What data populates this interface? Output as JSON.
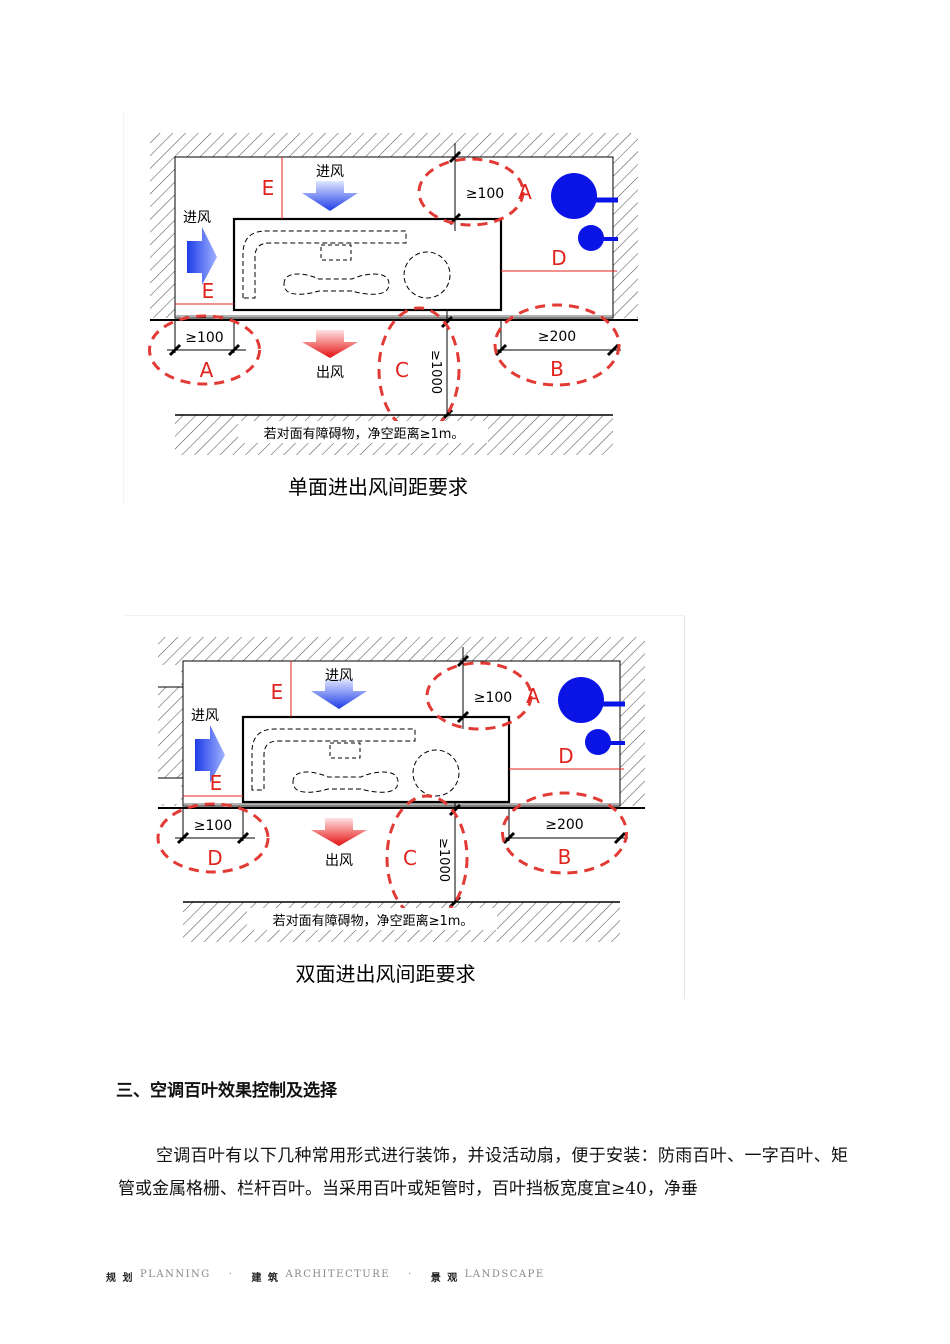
{
  "diagrams": [
    {
      "labels": {
        "intake_top": "进风",
        "intake_left": "进风",
        "outlet": "出风",
        "e_top": "E",
        "e_left": "E",
        "d_right": "D",
        "top_dim": "≥100",
        "top_letter": "A",
        "bl_dim": "≥100",
        "bl_letter": "A",
        "c_letter": "C",
        "c_dim": "≥1000",
        "br_dim": "≥200",
        "br_letter": "B",
        "note": "若对面有障碍物，净空距离≥1m。",
        "caption": "单面进出风间距要求"
      }
    },
    {
      "labels": {
        "intake_top": "进风",
        "intake_left": "进风",
        "outlet": "出风",
        "e_top": "E",
        "e_left": "E",
        "d_right": "D",
        "top_dim": "≥100",
        "top_letter": "A",
        "bl_dim": "≥100",
        "bl_letter": "D",
        "c_letter": "C",
        "c_dim": "≥1000",
        "br_dim": "≥200",
        "br_letter": "B",
        "note": "若对面有障碍物，净空距离≥1m。",
        "caption": "双面进出风间距要求"
      }
    }
  ],
  "colors": {
    "red": "#e0231c",
    "blue": "#0a14e6",
    "dash_red": "#e23a35"
  },
  "section": {
    "heading": "三、空调百叶效果控制及选择",
    "paragraph": "空调百叶有以下几种常用形式进行装饰，并设活动扇，便于安装：防雨百叶、一字百叶、矩管或金属格栅、栏杆百叶。当采用百叶或矩管时，百叶挡板宽度宜≥40，净垂"
  },
  "footer": [
    {
      "cn": "规 划",
      "en": "PLANNING"
    },
    {
      "cn": "建 筑",
      "en": "ARCHITECTURE"
    },
    {
      "cn": "景 观",
      "en": "LANDSCAPE"
    }
  ],
  "footer_sep": "·"
}
